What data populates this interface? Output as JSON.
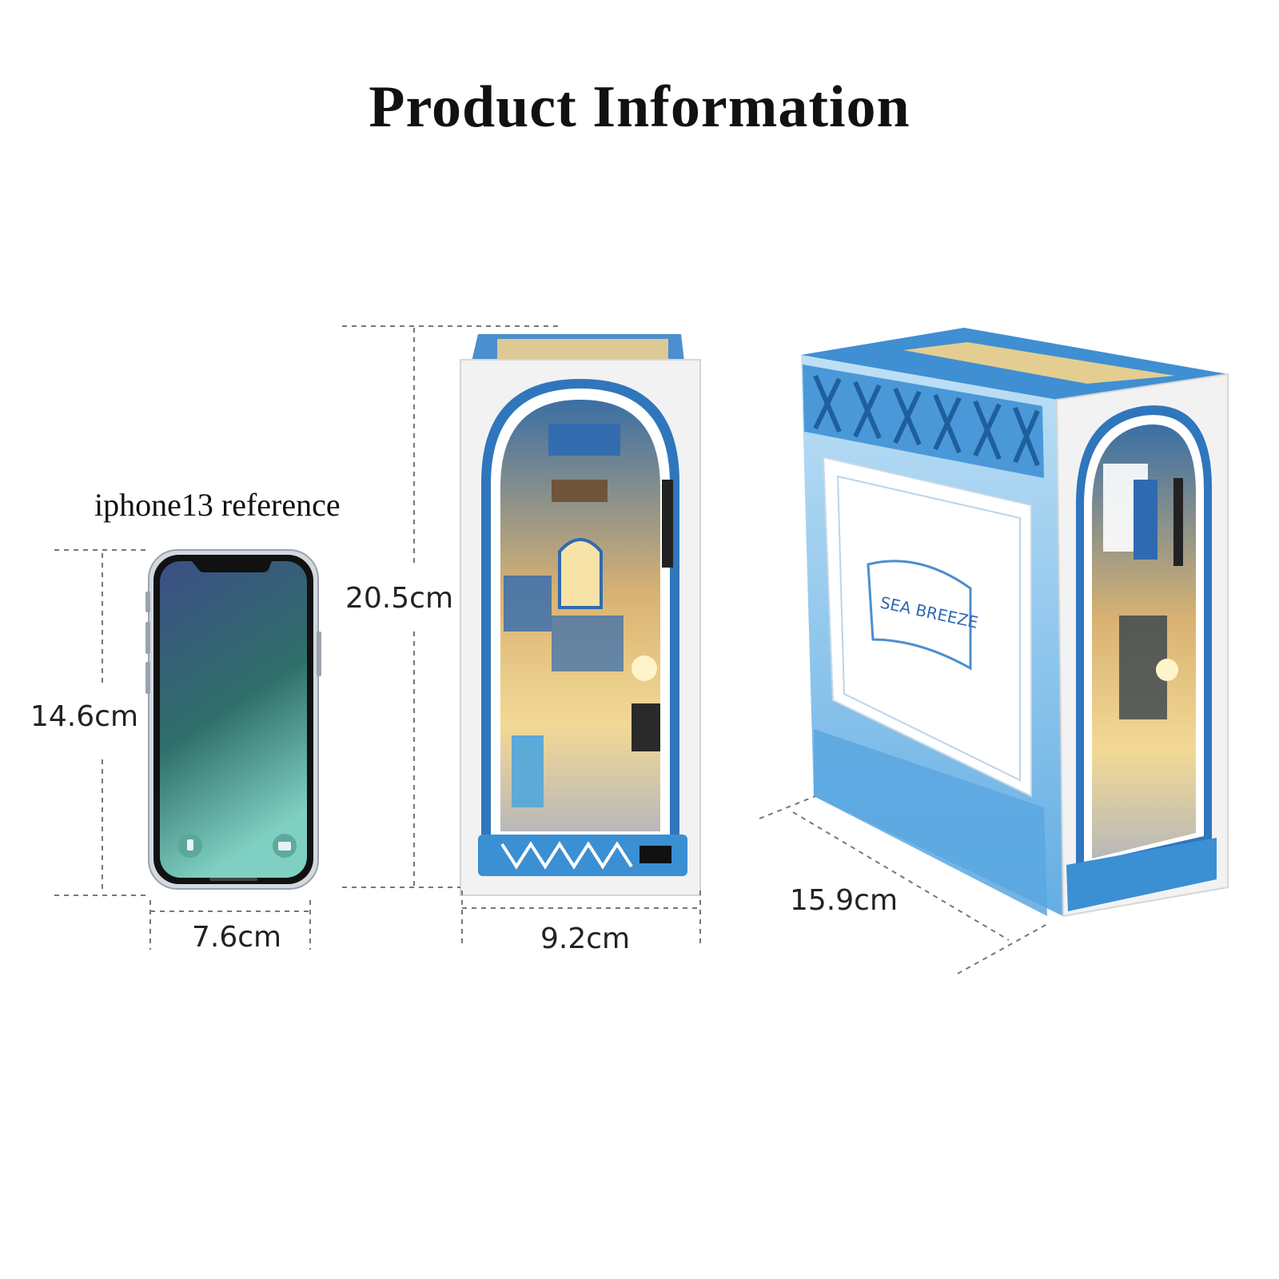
{
  "title": "Product Information",
  "reference_label": "iphone13 reference",
  "dimensions": {
    "phone_height": "14.6cm",
    "phone_width": "7.6cm",
    "product_height": "20.5cm",
    "product_width": "9.2cm",
    "product_depth": "15.9cm"
  },
  "colors": {
    "accent_blue": "#3f8fd2",
    "light_blue": "#9fcdee",
    "warm_light": "#f6d48a",
    "phone_screen_top": "#3c4f86",
    "phone_screen_bottom": "#6fc1b5"
  }
}
